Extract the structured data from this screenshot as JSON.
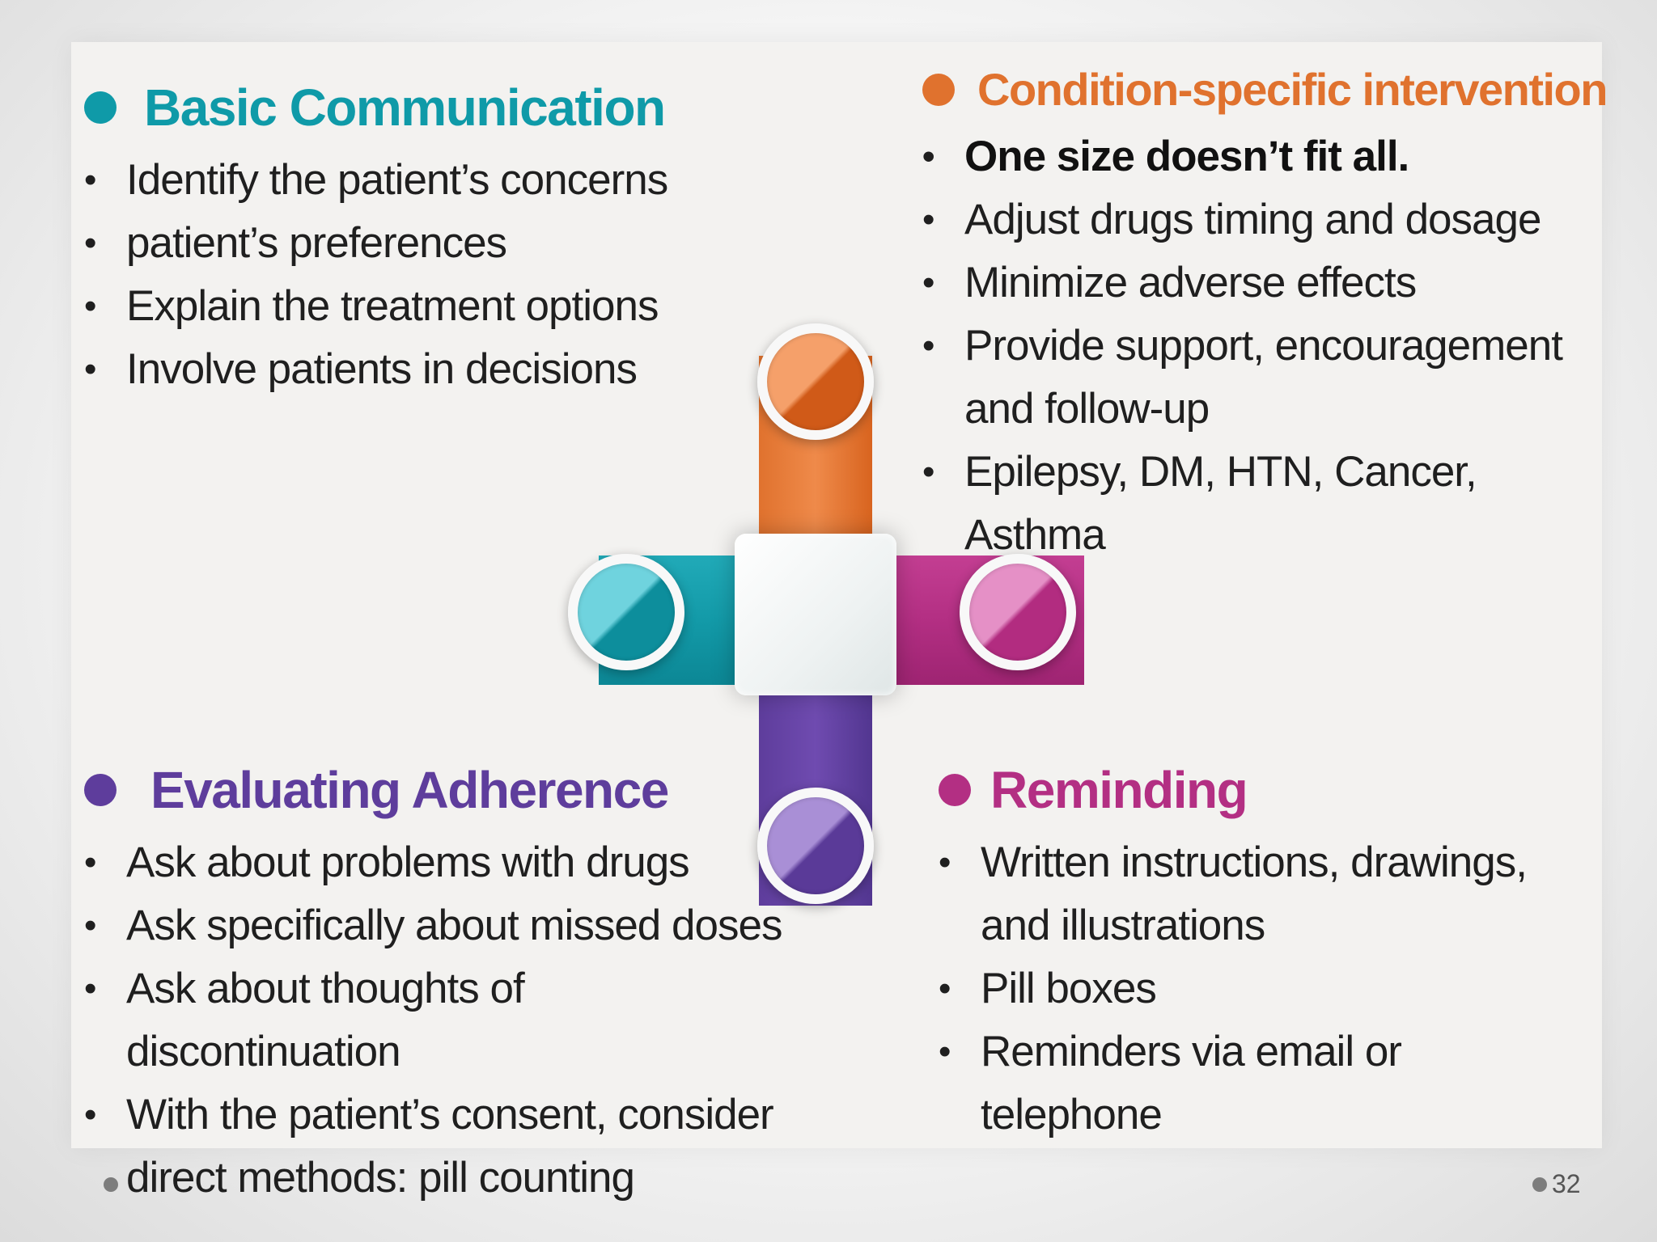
{
  "quadrants": {
    "basic": {
      "title": "Basic Communication",
      "color": "#0f9aa8",
      "items": [
        "Identify the patient’s concerns",
        "patient’s preferences",
        "Explain the treatment options",
        "Involve patients in decisions"
      ]
    },
    "condition": {
      "title": "Condition-specific intervention",
      "color": "#e0722e",
      "items": [
        "One size doesn’t fit all.",
        "Adjust drugs timing and dosage",
        "Minimize adverse effects",
        "Provide support, encouragement and follow-up",
        "Epilepsy, DM, HTN, Cancer,  Asthma"
      ]
    },
    "evaluating": {
      "title": "Evaluating Adherence",
      "color": "#5e3d9c",
      "items": [
        "Ask about problems with drugs",
        "Ask specifically about missed doses",
        "Ask about thoughts of discontinuation",
        "With the patient’s consent, consider direct methods: pill counting"
      ]
    },
    "reminding": {
      "title": "Reminding",
      "color": "#b32f83",
      "items": [
        "Written instructions, drawings, and illustrations",
        "Pill boxes",
        "Reminders via email or telephone"
      ]
    }
  },
  "footer": {
    "page_number": "32"
  }
}
